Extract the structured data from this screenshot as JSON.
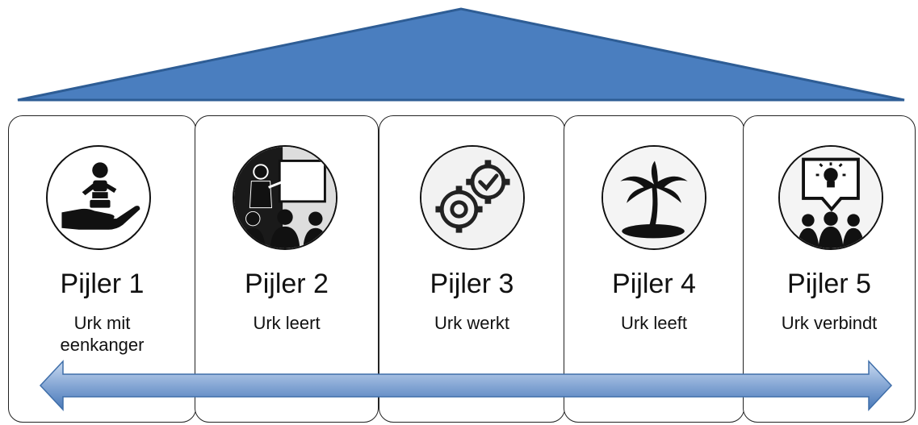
{
  "colors": {
    "roof_fill": "#4a7ebf",
    "roof_stroke": "#2e5d95",
    "arrow_light": "#c9daf0",
    "arrow_dark": "#4a79b8",
    "text": "#111111"
  },
  "pillars": [
    {
      "title": "Pijler 1",
      "subtitle_line1": "Urk mit",
      "subtitle_line2": "eenkanger",
      "icon": "hand-holding-child-icon"
    },
    {
      "title": "Pijler 2",
      "subtitle_line1": "Urk leert",
      "subtitle_line2": "",
      "icon": "classroom-teacher-icon"
    },
    {
      "title": "Pijler 3",
      "subtitle_line1": "Urk werkt",
      "subtitle_line2": "",
      "icon": "gears-check-icon"
    },
    {
      "title": "Pijler 4",
      "subtitle_line1": "Urk leeft",
      "subtitle_line2": "",
      "icon": "palm-tree-island-icon"
    },
    {
      "title": "Pijler 5",
      "subtitle_line1": "Urk verbindt",
      "subtitle_line2": "",
      "icon": "idea-meeting-icon"
    }
  ]
}
